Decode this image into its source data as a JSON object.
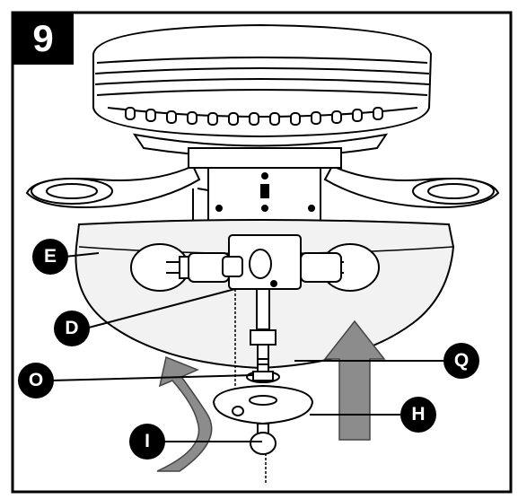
{
  "step": "9",
  "callouts": [
    {
      "id": "E",
      "label": "E",
      "part": "light-kit-bowl"
    },
    {
      "id": "D",
      "label": "D",
      "part": "light-kit-assembly"
    },
    {
      "id": "O",
      "label": "O",
      "part": "locking-nut"
    },
    {
      "id": "I",
      "label": "I",
      "part": "finial"
    },
    {
      "id": "Q",
      "label": "Q",
      "part": "threaded-rod"
    },
    {
      "id": "H",
      "label": "H",
      "part": "switch-housing-cap"
    }
  ],
  "colors": {
    "ink": "#000000",
    "arrow_fill": "#8c8c8c",
    "bowl_fill": "#f2f2f2",
    "bg": "#ffffff"
  }
}
